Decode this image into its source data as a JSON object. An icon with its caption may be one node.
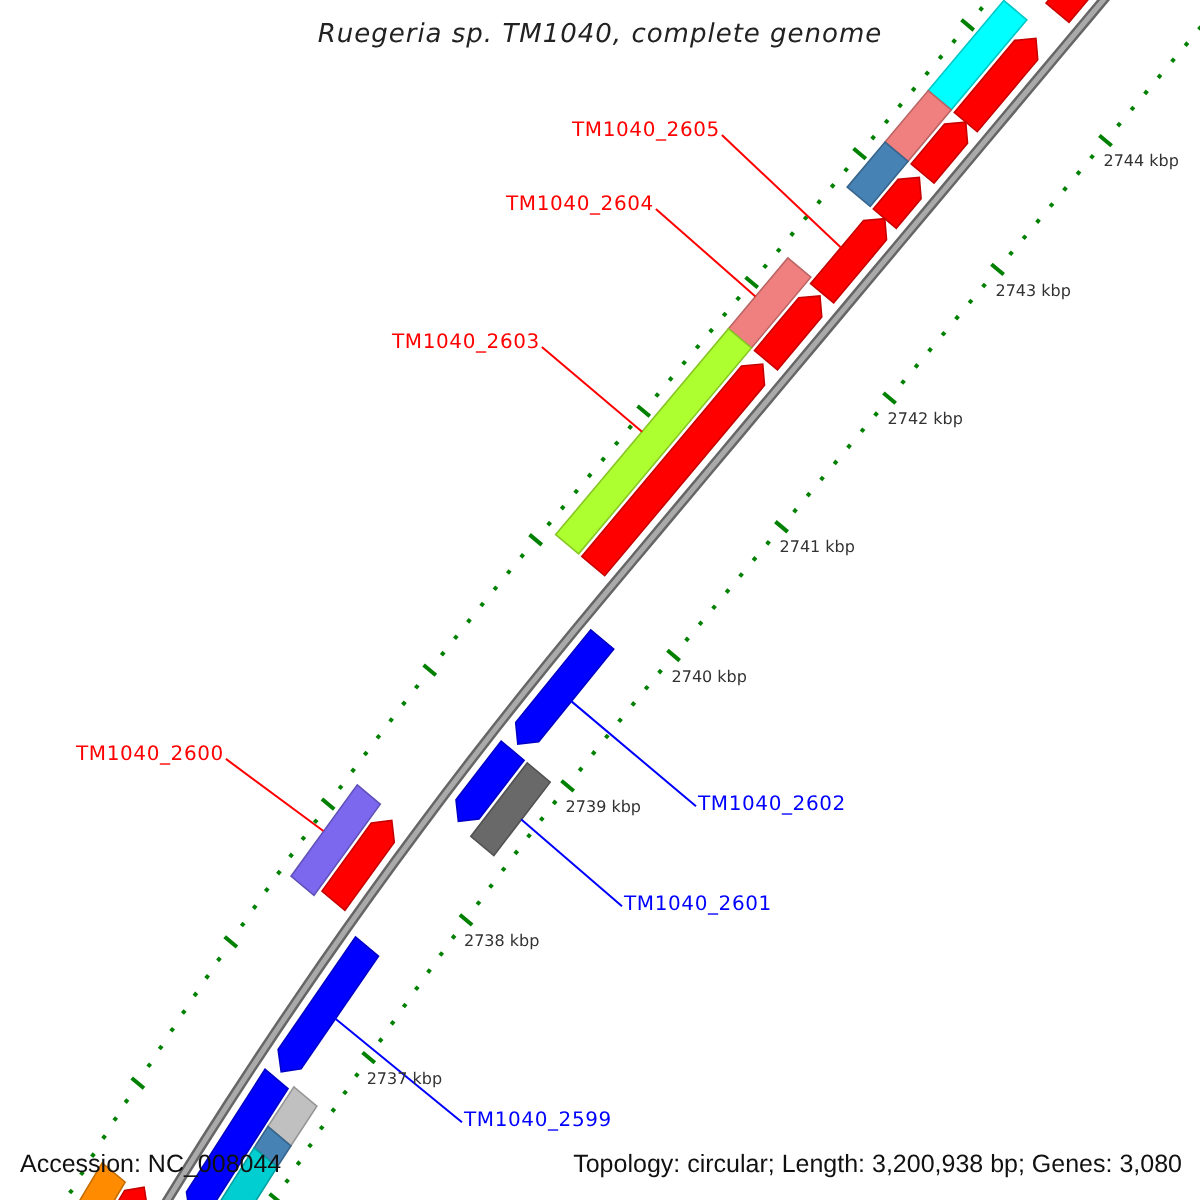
{
  "diagram": {
    "title": "Ruegeria sp. TM1040, complete genome",
    "nodes": [
      {
        "text": [
          "TM1040_2605"
        ]
      },
      {
        "text": [
          "TM1040_2604"
        ]
      },
      {
        "text": [
          "TM1040_2603"
        ]
      },
      {
        "text": [
          "TM1040_2600"
        ]
      },
      {
        "text": [
          "TM1040_2602"
        ]
      },
      {
        "text": [
          "TM1040_2601"
        ]
      },
      {
        "text": [
          "TM1040_2599"
        ]
      },
      {
        "text": [],
        "shape": "pentagon"
      },
      {
        "text": [],
        "shape": "box"
      },
      {
        "text": [],
        "shape": "pentagon"
      },
      {
        "text": [],
        "shape": "box"
      },
      {
        "text": [],
        "shape": "pentagon"
      },
      {
        "text": [],
        "shape": "box"
      },
      {
        "text": [],
        "shape": "pentagon"
      },
      {
        "text": [],
        "shape": "pentagon"
      },
      {
        "text": [],
        "shape": "box"
      },
      {
        "text": [],
        "shape": "pentagon"
      },
      {
        "text": [],
        "shape": "box"
      },
      {
        "text": [],
        "shape": "pentagon"
      },
      {
        "text": [],
        "shape": "pentagon"
      },
      {
        "text": [],
        "shape": "pentagon"
      },
      {
        "text": [],
        "shape": "box"
      },
      {
        "text": [],
        "shape": "box"
      },
      {
        "text": [],
        "shape": "pentagon"
      },
      {
        "text": [],
        "shape": "pentagon"
      },
      {
        "text": [],
        "shape": "box"
      },
      {
        "text": [],
        "shape": "box"
      },
      {
        "text": [],
        "shape": "box"
      },
      {
        "text": [],
        "shape": "pentagon"
      },
      {
        "text": [],
        "shape": "box"
      },
      {
        "text": [],
        "shape": "pentagon"
      }
    ],
    "edges": [
      {
        "from": 0,
        "to": 14,
        "arrow": "none"
      },
      {
        "from": 1,
        "to": 15,
        "arrow": "none"
      },
      {
        "from": 2,
        "to": 17,
        "arrow": "none"
      },
      {
        "from": 3,
        "to": 22,
        "arrow": "none"
      },
      {
        "from": 4,
        "to": 19,
        "arrow": "none",
        "color": "#0000ff"
      },
      {
        "from": 5,
        "to": 21,
        "arrow": "none",
        "color": "#0000ff"
      },
      {
        "from": 6,
        "to": 24,
        "arrow": "none",
        "color": "#0000ff"
      }
    ],
    "labels": [
      "2744 kbp",
      "2743 kbp",
      "2742 kbp",
      "2741 kbp",
      "2740 kbp",
      "2739 kbp",
      "2738 kbp",
      "2737 kbp",
      "Accession: NC_008044",
      "Topology: circular; Length: 3,200,938 bp; Genes: 3,080"
    ]
  }
}
